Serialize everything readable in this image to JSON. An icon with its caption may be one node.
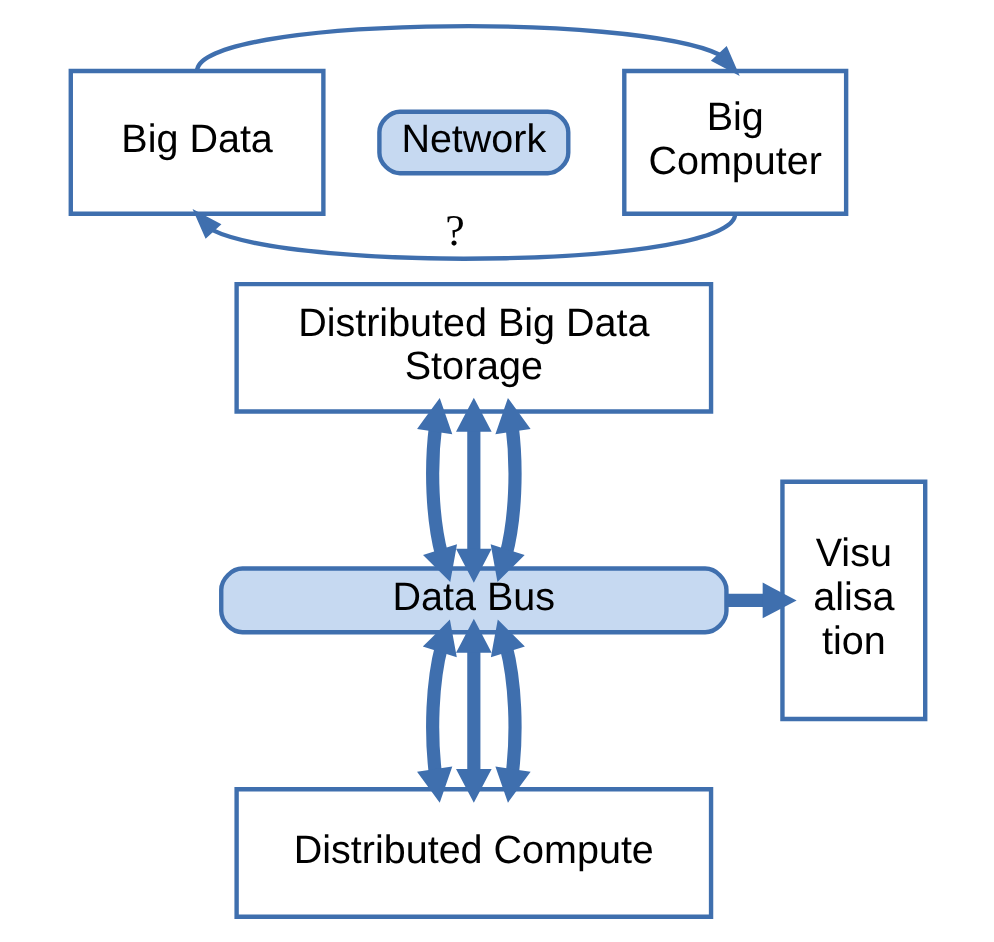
{
  "diagram": {
    "nodes": [
      {
        "text": [
          "Big Data"
        ]
      },
      {
        "text": [
          "Network"
        ]
      },
      {
        "text": [
          "Big Computer"
        ]
      },
      {
        "text": [
          "Distributed Big Data Storage"
        ]
      },
      {
        "text": [
          "Data Bus"
        ]
      },
      {
        "text": [
          "Visu alisa tion"
        ]
      },
      {
        "text": [
          "Distributed Compute"
        ]
      }
    ],
    "edges": [
      {
        "from": 0,
        "to": 2,
        "arrow": "to"
      },
      {
        "from": 2,
        "to": 0,
        "arrow": "to",
        "label": "?"
      },
      {
        "from": 3,
        "to": 4,
        "arrow": "both"
      },
      {
        "from": 3,
        "to": 4,
        "arrow": "both"
      },
      {
        "from": 3,
        "to": 4,
        "arrow": "both"
      },
      {
        "from": 4,
        "to": 6,
        "arrow": "both"
      },
      {
        "from": 4,
        "to": 6,
        "arrow": "both"
      },
      {
        "from": 4,
        "to": 6,
        "arrow": "both"
      },
      {
        "from": 4,
        "to": 5,
        "arrow": "to"
      }
    ]
  }
}
